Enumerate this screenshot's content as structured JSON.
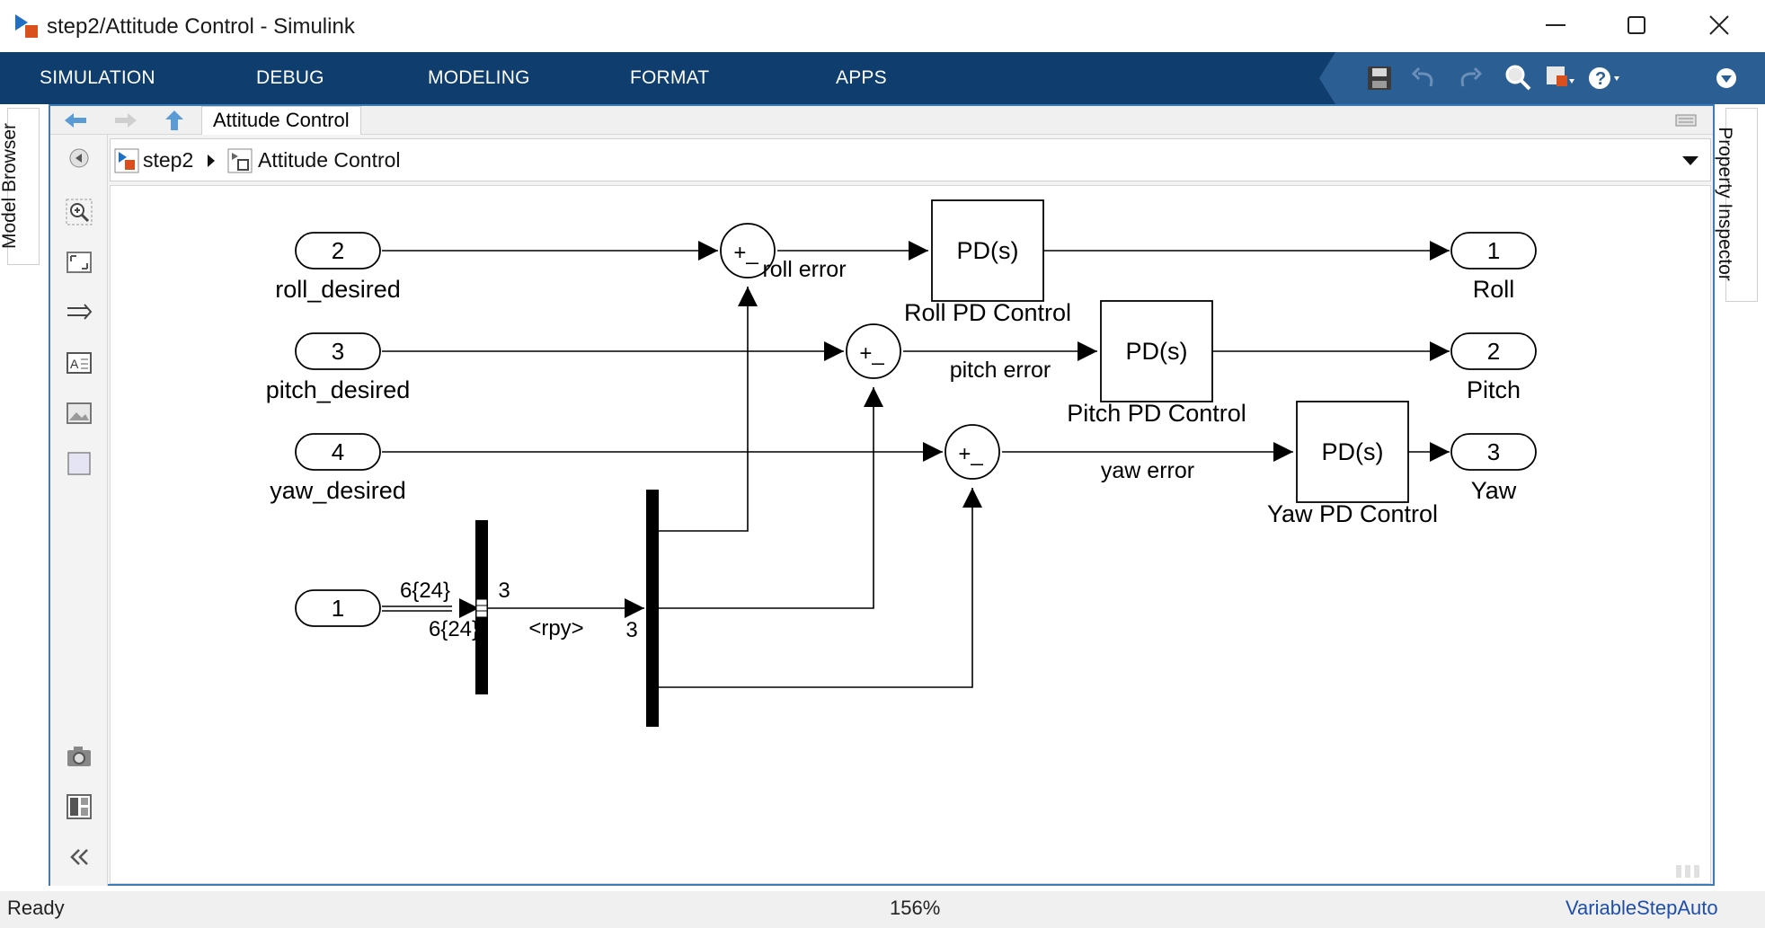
{
  "window": {
    "title": "step2/Attitude Control - Simulink"
  },
  "ribbon": {
    "tabs": [
      "SIMULATION",
      "DEBUG",
      "MODELING",
      "FORMAT",
      "APPS"
    ]
  },
  "quick_access": [
    "save-icon",
    "undo-icon",
    "redo-icon",
    "zoom-icon",
    "library-browser-icon",
    "help-icon",
    "collapse-icon"
  ],
  "panels": {
    "left": "Model Browser",
    "right": "Property Inspector"
  },
  "editor": {
    "tab_label": "Attitude Control",
    "breadcrumb": [
      "step2",
      "Attitude Control"
    ]
  },
  "diagram": {
    "inports": [
      {
        "number": "2",
        "label": "roll_desired"
      },
      {
        "number": "3",
        "label": "pitch_desired"
      },
      {
        "number": "4",
        "label": "yaw_desired"
      },
      {
        "number": "1",
        "label": ""
      }
    ],
    "outports": [
      {
        "number": "1",
        "label": "Roll"
      },
      {
        "number": "2",
        "label": "Pitch"
      },
      {
        "number": "3",
        "label": "Yaw"
      }
    ],
    "sum_blocks": [
      {
        "signs": "+_"
      },
      {
        "signs": "+_"
      },
      {
        "signs": "+_"
      }
    ],
    "controllers": [
      {
        "text": "PD(s)",
        "name": "Roll PD Control"
      },
      {
        "text": "PD(s)",
        "name": "Pitch PD Control"
      },
      {
        "text": "PD(s)",
        "name": "Yaw PD Control"
      }
    ],
    "signals": {
      "roll_error": "roll error",
      "pitch_error": "pitch error",
      "yaw_error": "yaw error",
      "bus_dim_top": "6{24}",
      "bus_dim_bottom": "6{24}",
      "selector_width": "3",
      "rpy_signal": "<rpy>",
      "demux_width": "3"
    }
  },
  "status": {
    "left": "Ready",
    "zoom": "156%",
    "solver": "VariableStepAuto"
  },
  "colors": {
    "ribbon": "#0e3d6e",
    "accent": "#3d7ab8"
  }
}
